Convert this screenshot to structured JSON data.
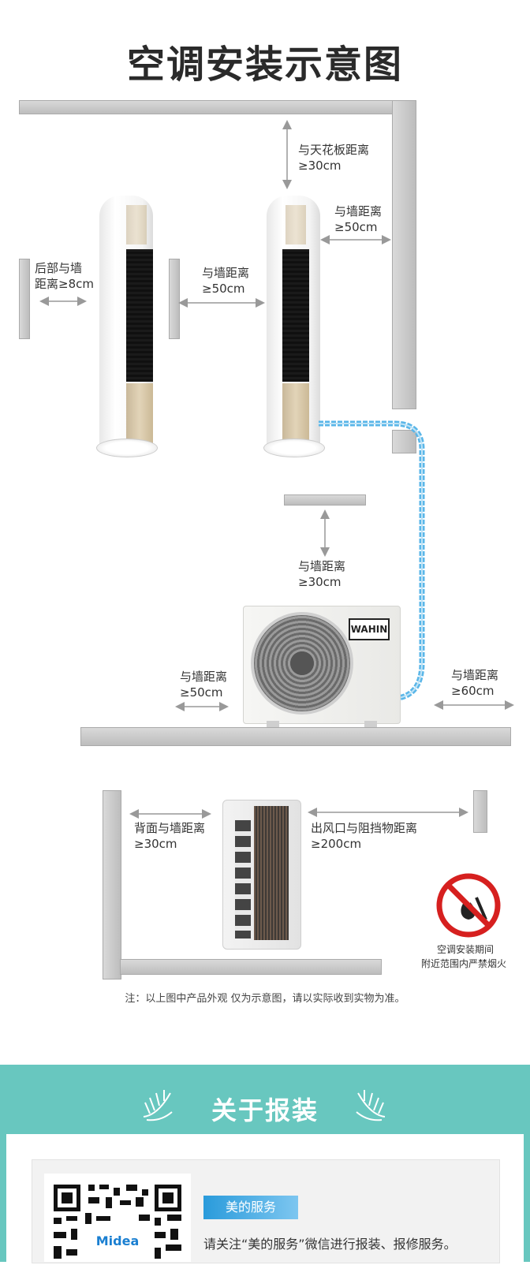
{
  "page_title": "空调安装示意图",
  "labels": {
    "ceiling_1": "与天花板距离",
    "ceiling_2": "≥30cm",
    "right_wall_1": "与墙距离",
    "right_wall_2": "≥50cm",
    "rear_1": "后部与墙",
    "rear_2": "距离≥8cm",
    "side_1": "与墙距离",
    "side_2": "≥50cm",
    "outdoor_top_1": "与墙距离",
    "outdoor_top_2": "≥30cm",
    "outdoor_left_1": "与墙距离",
    "outdoor_left_2": "≥50cm",
    "outdoor_right_1": "与墙距离",
    "outdoor_right_2": "≥60cm",
    "back_1": "背面与墙距离",
    "back_2": "≥30cm",
    "outlet_1": "出风口与阻挡物距离",
    "outlet_2": "≥200cm",
    "fire_1": "空调安装期间",
    "fire_2": "附近范围内严禁烟火"
  },
  "brand": "WAHIN",
  "note": "注：以上图中产品外观 仅为示意图，请以实际收到实物为准。",
  "section_title": "关于报装",
  "badge": "美的服务",
  "service_text": "请关注“美的服务”微信进行报装、报修服务。",
  "qr_logo": "Midea",
  "colors": {
    "teal": "#68c7bf",
    "pipe": "#5ab6e8",
    "badge": "#2a9bdb",
    "prohibit": "#d6201f"
  }
}
